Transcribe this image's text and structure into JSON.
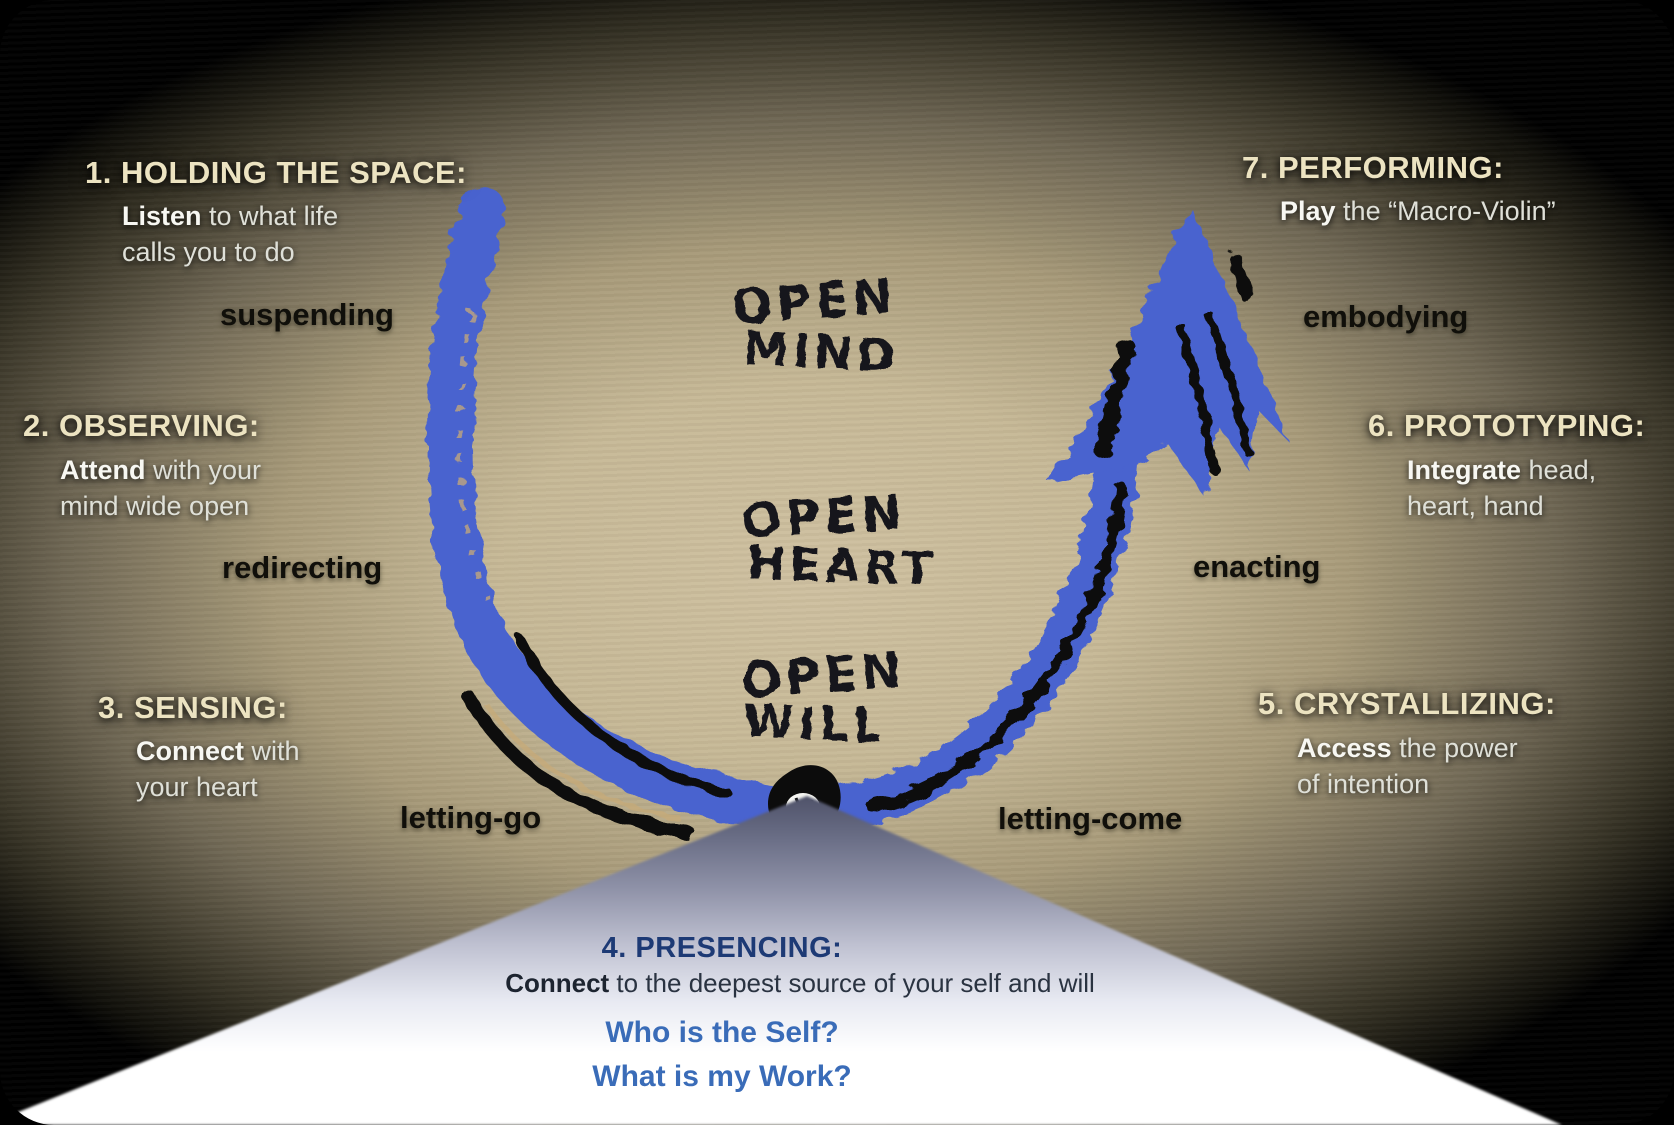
{
  "title": "Theory U – seven leadership capacities diagram",
  "stages": {
    "holding": {
      "heading": "1. HOLDING THE SPACE:",
      "lead": "Listen",
      "rest1": " to what life",
      "line2": "calls you to do"
    },
    "observing": {
      "heading": "2. OBSERVING:",
      "lead": "Attend",
      "rest1": " with your",
      "line2": "mind wide open"
    },
    "sensing": {
      "heading": "3. SENSING:",
      "lead": "Connect",
      "rest1": " with",
      "line2": "your heart"
    },
    "presencing": {
      "heading": "4. PRESENCING:",
      "lead": "Connect",
      "rest1": " to the deepest source of your self and will",
      "q1": "Who is the Self?",
      "q2": "What is my Work?"
    },
    "crystallizing": {
      "heading": "5. CRYSTALLIZING:",
      "lead": "Access",
      "rest1": " the power",
      "line2": "of intention"
    },
    "prototyping": {
      "heading": "6. PROTOTYPING:",
      "lead": "Integrate",
      "rest1": " head,",
      "line2": "heart, hand"
    },
    "performing": {
      "heading": "7. PERFORMING:",
      "lead": "Play",
      "rest1": " the “Macro-Violin”"
    }
  },
  "transitions": {
    "suspending": "suspending",
    "redirecting": "redirecting",
    "letting_go": "letting-go",
    "embodying": "embodying",
    "enacting": "enacting",
    "letting_come": "letting-come"
  },
  "center": {
    "mind": {
      "l1": "OPEN",
      "l2": "MIND"
    },
    "heart": {
      "l1": "OPEN",
      "l2": "HEART"
    },
    "will": {
      "l1": "OPEN",
      "l2": "WILL"
    }
  },
  "colors": {
    "crayon_blue": "#4a63cf",
    "heading_cream": "#ece3c1",
    "body_white": "#dfe0d8",
    "label_black": "#100f0a",
    "presencing_navy": "#1d3a75",
    "question_blue": "#3a6cb8",
    "parchment": "#cfc1a1",
    "cone_top": "#50536a",
    "cone_bottom": "#ffffff"
  }
}
